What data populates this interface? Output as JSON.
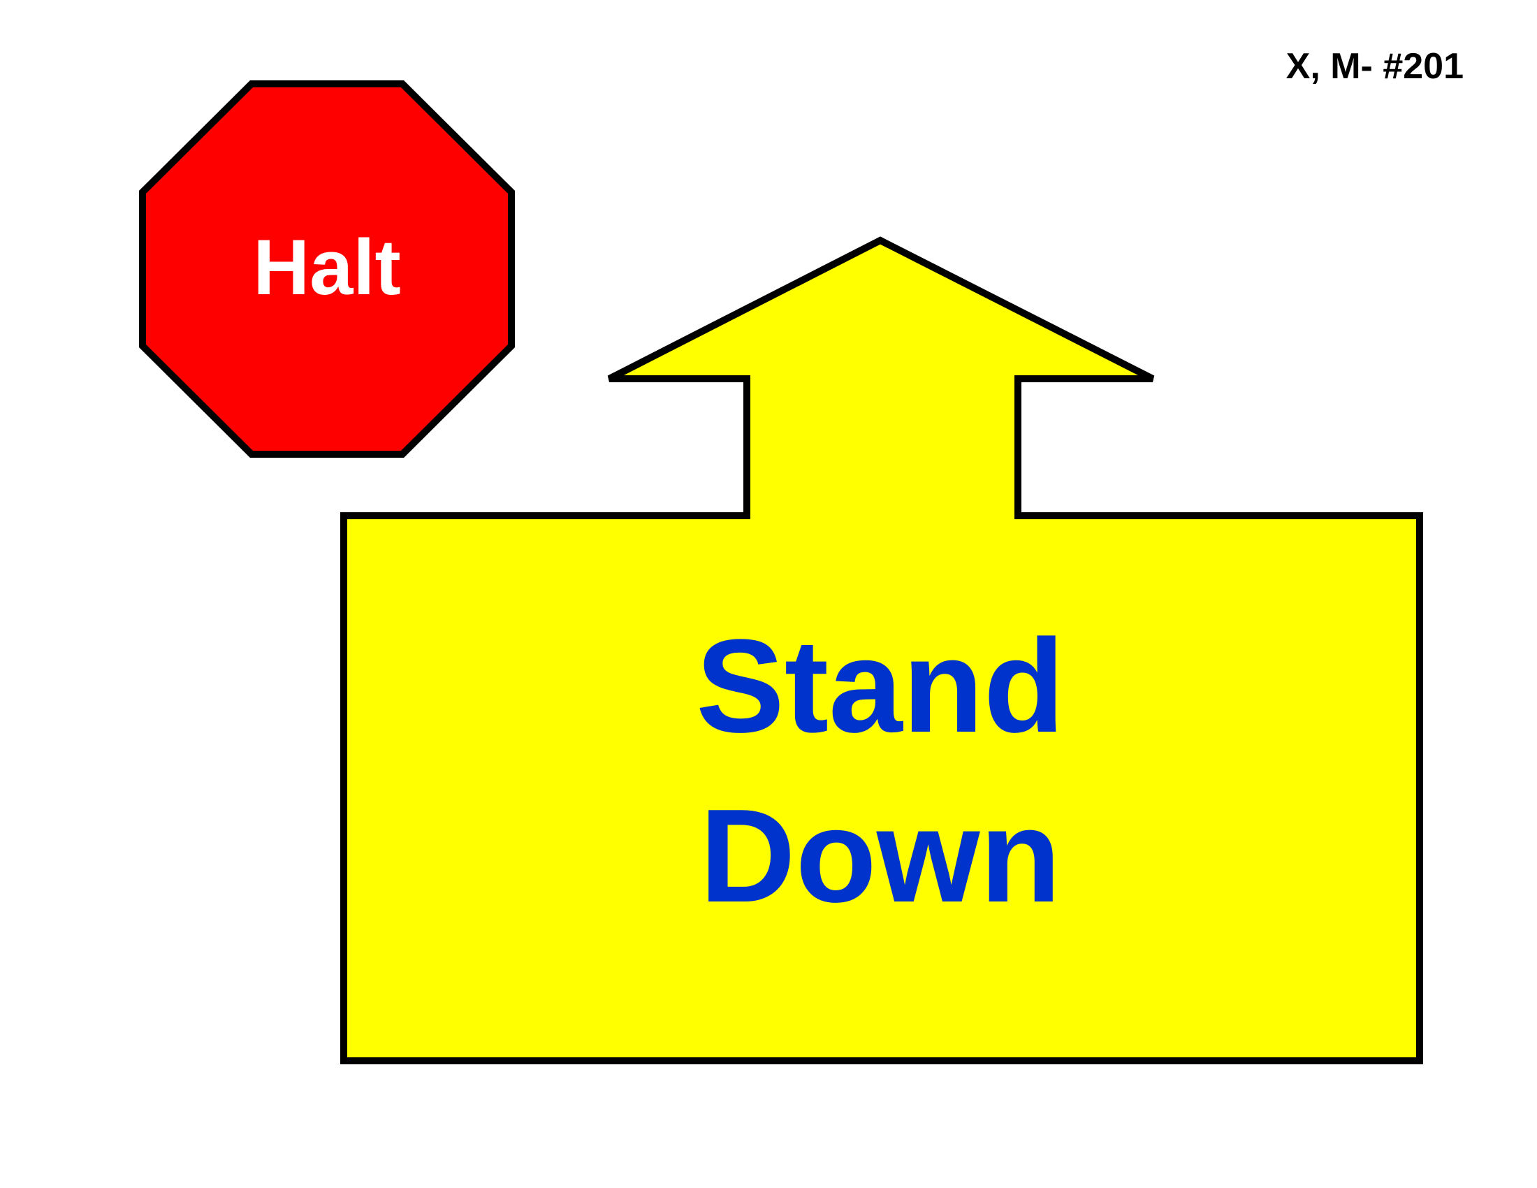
{
  "sheet": {
    "id_label": "X, M- #201"
  },
  "stop_sign": {
    "label": "Halt",
    "fill_color": "#ff0000",
    "text_color": "#ffffff",
    "shape": "octagon"
  },
  "action_block": {
    "line1": "Stand",
    "line2": "Down",
    "fill_color": "#ffff00",
    "text_color": "#0033cc",
    "shape": "up-arrow-box"
  },
  "colors": {
    "outline": "#000000",
    "background": "#ffffff"
  }
}
